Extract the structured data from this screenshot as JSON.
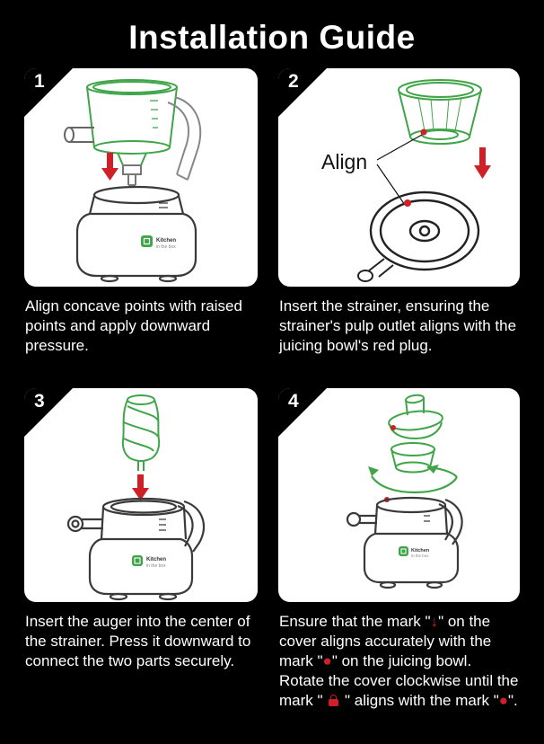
{
  "page": {
    "title": "Installation Guide"
  },
  "brand": {
    "name": "Kitchen",
    "sub": "in the box"
  },
  "colors": {
    "accent_green": "#3fa548",
    "accent_red": "#cf2028",
    "panel_bg": "#ffffff",
    "page_bg": "#000000"
  },
  "steps": [
    {
      "number": "1",
      "caption": "Align concave points with raised points and apply downward pressure."
    },
    {
      "number": "2",
      "align_label": "Align",
      "caption": "Insert the strainer, ensuring the strainer's pulp outlet aligns with the juicing bowl's red plug."
    },
    {
      "number": "3",
      "caption": "Insert the auger into the center of the strainer. Press it downward to connect the two parts securely."
    },
    {
      "number": "4",
      "caption_segments": [
        {
          "t": "Ensure that the mark \""
        },
        {
          "t": "↓",
          "c": "#cf2028"
        },
        {
          "t": "\" on the cover aligns accurately with the mark \""
        },
        {
          "t": "●",
          "c": "#cf2028"
        },
        {
          "t": "\" on the juicing bowl. Rotate the cover clockwise until the mark \" "
        },
        {
          "icon": "lock"
        },
        {
          "t": " \" aligns with the mark \""
        },
        {
          "t": "●",
          "c": "#cf2028"
        },
        {
          "t": "\"."
        }
      ]
    }
  ]
}
